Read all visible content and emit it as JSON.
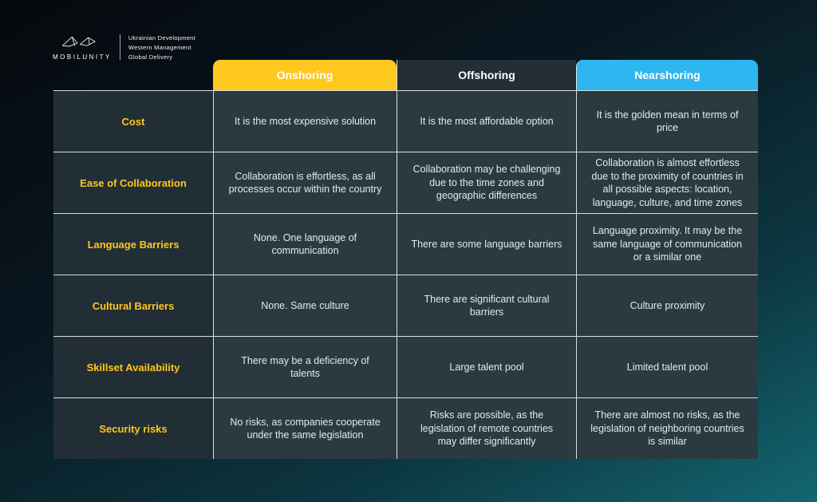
{
  "brand": {
    "name": "MOBILUNITY",
    "taglines": [
      "Ukrainian Development",
      "Western Management",
      "Global Delivery"
    ]
  },
  "colors": {
    "onshoring_header": "#FFC81E",
    "offshoring_header": "#232E36",
    "nearshoring_header": "#2DB6F0",
    "row_label_text": "#FFC61C",
    "cell_background": "#2B3941",
    "label_background": "#222E35",
    "background_gradient_start": "#05090D",
    "background_gradient_end": "#136671"
  },
  "chart_data": {
    "type": "table",
    "columns": [
      "Onshoring",
      "Offshoring",
      "Nearshoring"
    ],
    "rows": [
      {
        "label": "Cost",
        "cells": [
          "It is the most expensive solution",
          "It is the most affordable option",
          "It is the golden mean in terms of price"
        ]
      },
      {
        "label": "Ease of Collaboration",
        "cells": [
          "Collaboration is effortless, as all processes occur within the country",
          "Collaboration may be challenging due to the time zones and geographic differences",
          "Collaboration is almost effortless due to the proximity of countries in all possible aspects: location, language, culture, and time zones"
        ]
      },
      {
        "label": "Language Barriers",
        "cells": [
          "None. One language of communication",
          "There are some language barriers",
          "Language proximity. It may be the same language of communication or a similar one"
        ]
      },
      {
        "label": "Cultural Barriers",
        "cells": [
          "None. Same culture",
          "There are significant cultural barriers",
          "Culture proximity"
        ]
      },
      {
        "label": "Skillset Availability",
        "cells": [
          "There may be a deficiency of talents",
          "Large talent pool",
          "Limited talent pool"
        ]
      },
      {
        "label": "Security risks",
        "cells": [
          "No risks, as companies cooperate under the same legislation",
          "Risks are possible, as the legislation of remote countries may differ significantly",
          "There are almost no risks, as the legislation of neighboring countries is similar"
        ]
      }
    ]
  }
}
